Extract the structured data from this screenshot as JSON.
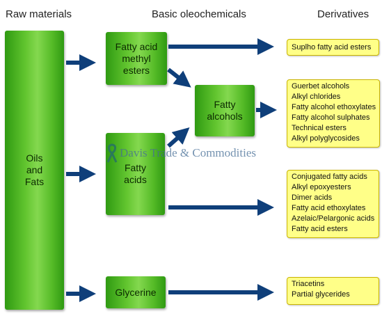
{
  "headers": {
    "raw": "Raw materials",
    "basic": "Basic oleochemicals",
    "derivatives": "Derivatives"
  },
  "raw_material": {
    "label": "Oils\nand\nFats"
  },
  "basic": {
    "methyl_esters": "Fatty acid\nmethyl\nesters",
    "fatty_alcohols": "Fatty\nalcohols",
    "fatty_acids": "Fatty\nacids",
    "glycerine": "Glycerine"
  },
  "derivatives": {
    "esters": [
      "Suplho fatty acid esters"
    ],
    "alcohols": [
      "Guerbet alcohols",
      "Alkyl chlorides",
      "Fatty alcohol ethoxylates",
      "Fatty alcohol sulphates",
      "Technical esters",
      "Alkyl polyglycosides"
    ],
    "acids": [
      "Conjugated fatty acids",
      "Alkyl epoxyesters",
      "Dimer acids",
      "Fatty acid ethoxylates",
      "Azelaic/Pelargonic acids",
      "Fatty acid esters"
    ],
    "glycerine": [
      "Triacetins",
      "Partial glycerides"
    ]
  },
  "watermark": "Davis Trade & Commodities",
  "colors": {
    "arrow": "#0f3f7a",
    "box_green": "#5cbf2a",
    "deriv_fill": "#ffff88"
  }
}
